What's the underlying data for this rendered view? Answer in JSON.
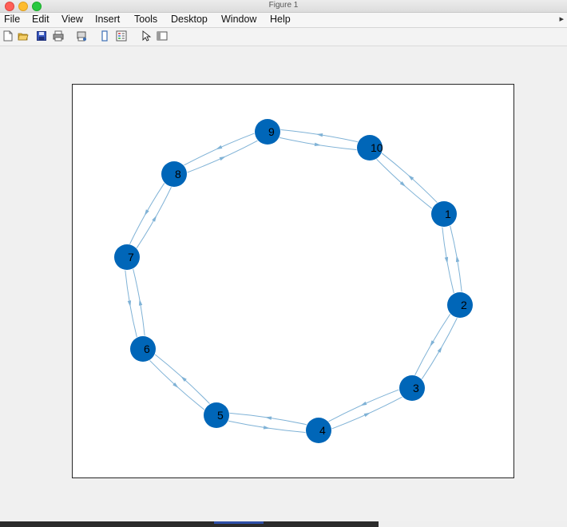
{
  "window": {
    "title": "Figure 1"
  },
  "menu": {
    "items": [
      "File",
      "Edit",
      "View",
      "Insert",
      "Tools",
      "Desktop",
      "Window",
      "Help"
    ],
    "overflow_arrow": "▸"
  },
  "toolbar": {
    "icons": [
      "new-figure-icon",
      "open-file-icon",
      "save-icon",
      "print-icon",
      "print-preview-icon",
      "link-plot-icon",
      "insert-legend-icon",
      "edit-plot-arrow-icon",
      "dock-icon"
    ]
  },
  "graph": {
    "node_color": "#0066b8",
    "edge_color": "#7fb2d6",
    "nodes": [
      {
        "id": "1"
      },
      {
        "id": "2"
      },
      {
        "id": "3"
      },
      {
        "id": "4"
      },
      {
        "id": "5"
      },
      {
        "id": "6"
      },
      {
        "id": "7"
      },
      {
        "id": "8"
      },
      {
        "id": "9"
      },
      {
        "id": "10"
      }
    ],
    "edges": [
      [
        "1",
        "2"
      ],
      [
        "2",
        "1"
      ],
      [
        "2",
        "3"
      ],
      [
        "3",
        "2"
      ],
      [
        "3",
        "4"
      ],
      [
        "4",
        "3"
      ],
      [
        "4",
        "5"
      ],
      [
        "5",
        "4"
      ],
      [
        "5",
        "6"
      ],
      [
        "6",
        "5"
      ],
      [
        "6",
        "7"
      ],
      [
        "7",
        "6"
      ],
      [
        "7",
        "8"
      ],
      [
        "8",
        "7"
      ],
      [
        "8",
        "9"
      ],
      [
        "9",
        "8"
      ],
      [
        "9",
        "10"
      ],
      [
        "10",
        "9"
      ],
      [
        "10",
        "1"
      ],
      [
        "1",
        "10"
      ]
    ]
  }
}
